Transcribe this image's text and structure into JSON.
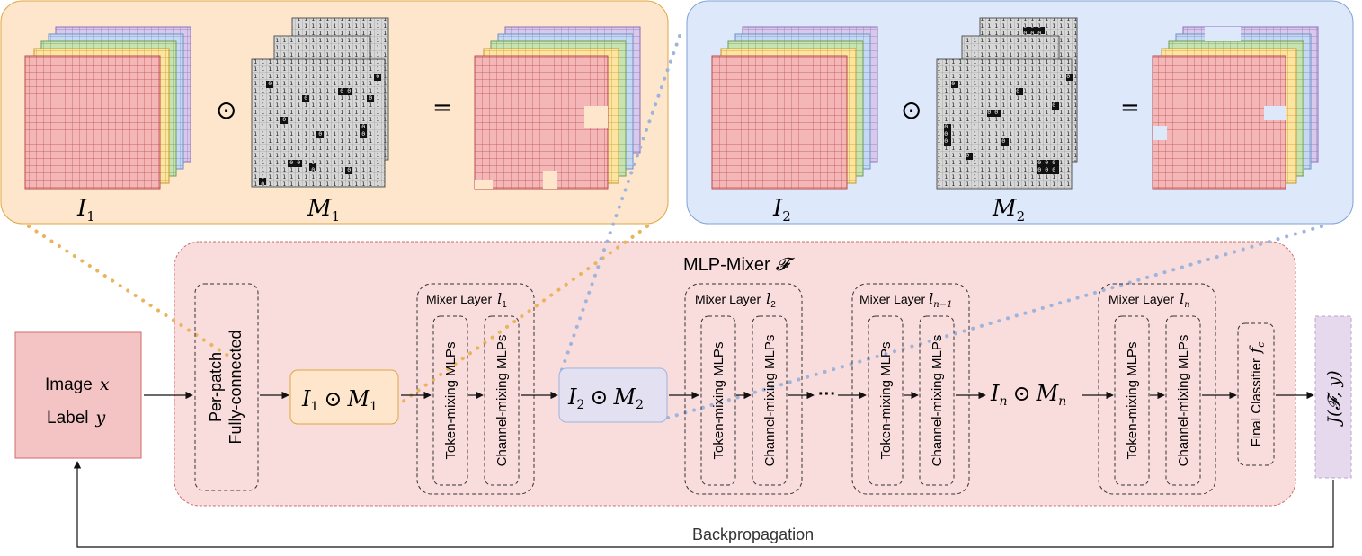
{
  "colors": {
    "panel1_fill": "#fde6cc",
    "panel1_stroke": "#e0a640",
    "panel2_fill": "#dde8fb",
    "panel2_stroke": "#7fa2d6",
    "mixer_fill": "#f9dcdc",
    "input_fill": "#f4c4c4",
    "input_stroke": "#d06b6b",
    "loss_fill": "#e6d9ee",
    "red_layer": "#f4b6b6",
    "yellow_layer": "#fbe5a0",
    "green_layer": "#c7e3b2",
    "blue_layer": "#c5d8f4",
    "purple_layer": "#d8c8ec",
    "orange_dots": "#e9b45a",
    "blue_dots": "#9fb4dc"
  },
  "panel1": {
    "image_label": "I",
    "image_sub": "1",
    "mask_label": "M",
    "mask_sub": "1",
    "odot": "⊙",
    "equals": "="
  },
  "panel2": {
    "image_label": "I",
    "image_sub": "2",
    "mask_label": "M",
    "mask_sub": "2",
    "odot": "⊙",
    "equals": "="
  },
  "mixer": {
    "title": "MLP-Mixer",
    "title_symbol": "𝓕",
    "per_patch_line1": "Per-patch",
    "per_patch_line2": "Fully-connected",
    "mixed1": {
      "a": "I",
      "a_sub": "1",
      "op": "⊙",
      "b": "M",
      "b_sub": "1"
    },
    "mixed2": {
      "a": "I",
      "a_sub": "2",
      "op": "⊙",
      "b": "M",
      "b_sub": "2"
    },
    "mixedn": {
      "a": "I",
      "a_sub": "n",
      "op": "⊙",
      "b": "M",
      "b_sub": "n"
    },
    "layer_prefix": "Mixer Layer",
    "layer1_sub": "1",
    "layer2_sub": "2",
    "layer_nm1_sub": "n−1",
    "layern_sub": "n",
    "layer_symbol": "l",
    "token_mlp": "Token-mixing MLPs",
    "channel_mlp": "Channel-mixing MLPs",
    "ellipsis": "···",
    "final_classifier": "Final Classifier",
    "fc_symbol": "f",
    "fc_sub": "c"
  },
  "input": {
    "line1_text": "Image",
    "line1_var": "x",
    "line2_text": "Label",
    "line2_var": "y"
  },
  "loss": {
    "text": "J(𝓕, y)"
  },
  "backprop_label": "Backpropagation"
}
